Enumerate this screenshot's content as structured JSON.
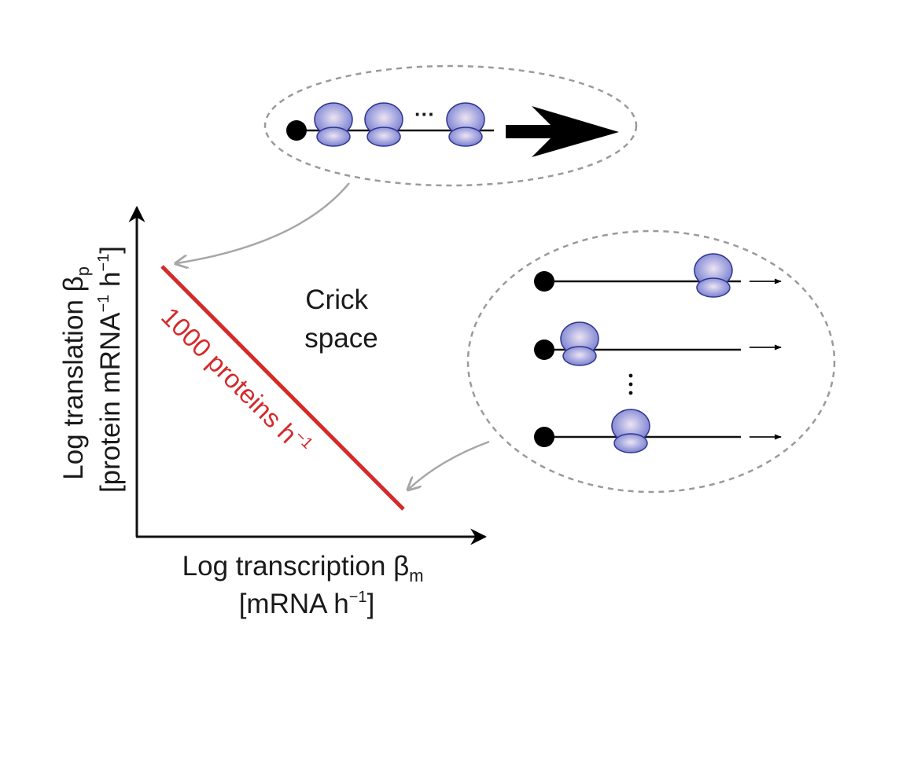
{
  "figure": {
    "region_label": [
      "Crick",
      "space"
    ],
    "isoline_label": {
      "main": "1000 proteins h",
      "sup": "−1"
    },
    "x_axis": {
      "line1_main": "Log transcription β",
      "line1_sub": "m",
      "line2_pre": "[mRNA h",
      "line2_sup": "−1",
      "line2_post": "]"
    },
    "y_axis": {
      "line1_main": "Log translation β",
      "line1_sub": "p",
      "line2_pre": "[protein mRNA",
      "line2_sup1": "−1",
      "line2_mid": " h",
      "line2_sup2": "−1",
      "line2_post": "]"
    },
    "insets": {
      "high_translation": {
        "description": "single mRNA with many ribosomes, large protein output arrow",
        "ellipsis": "···"
      },
      "high_transcription": {
        "description": "many mRNAs each with one ribosome, small protein output arrows",
        "ellipsis": "⋮"
      }
    },
    "colors": {
      "isoline": "#d42a2a",
      "ribosome": "#8f93d6",
      "ribosome_highlight": "#e9e2f0",
      "ribosome_edge": "#2e3592",
      "connector": "#a6a6a6",
      "dashed_ellipse": "#9a9a9a"
    }
  }
}
